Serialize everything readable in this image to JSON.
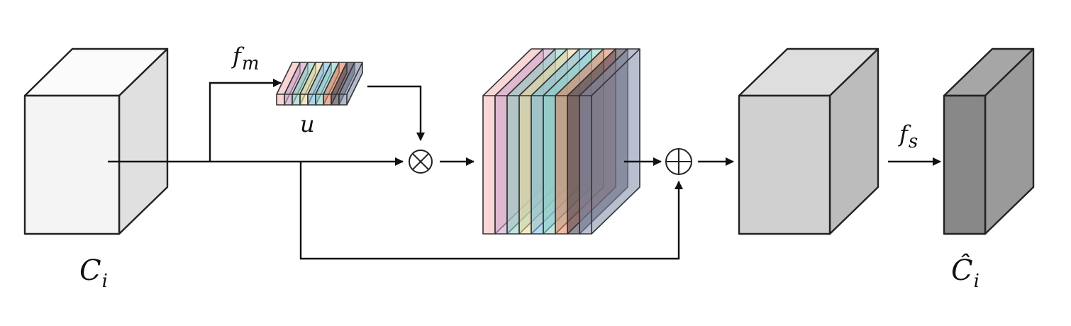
{
  "labels": {
    "input_name": "C",
    "input_sub": "i",
    "output_name": "Ĉ",
    "output_sub": "i",
    "fm_name": "f",
    "fm_sub": "m",
    "fs_name": "f",
    "fs_sub": "s",
    "u_name": "u"
  },
  "operators": {
    "multiply": "multiply-operator",
    "add": "add-operator"
  },
  "colors": {
    "input_front": "#f4f4f4",
    "input_side": "#e0e0e0",
    "input_top": "#fbfbfb",
    "mid_front": "#d0d0d0",
    "mid_side": "#bcbcbc",
    "mid_top": "#dedede",
    "out_front": "#888888",
    "out_side": "#9a9a9a",
    "out_top": "#a6a6a6",
    "channels": [
      "#f5b7b7",
      "#c7a0c8",
      "#8fcfbf",
      "#e9d79a",
      "#79b9de",
      "#8ecfc4",
      "#e07f5b",
      "#3e3444",
      "#7f8aa8"
    ]
  }
}
